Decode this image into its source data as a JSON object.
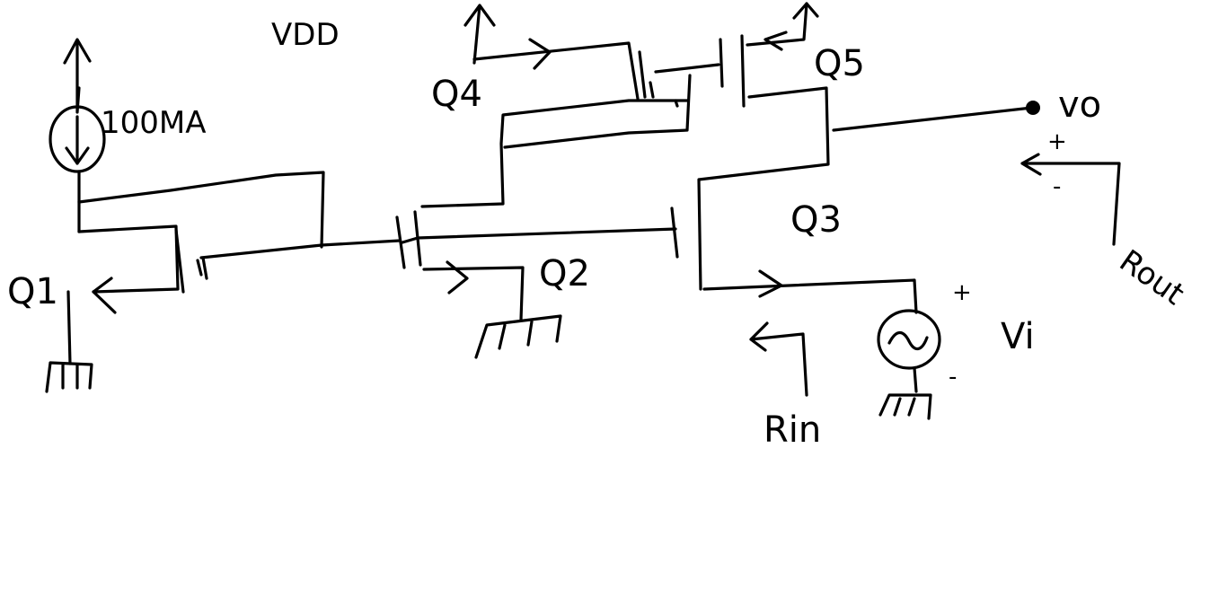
{
  "diagram": {
    "labels": {
      "vdd": "VDD",
      "current_source": "100MA",
      "q1": "Q1",
      "q2": "Q2",
      "q3": "Q3",
      "q4": "Q4",
      "q5": "Q5",
      "vo": "vo",
      "plus_out": "+",
      "minus_out": "-",
      "rout": "Rout",
      "rin": "Rin",
      "vi": "Vi",
      "plus_in": "+",
      "minus_in": "-"
    }
  }
}
